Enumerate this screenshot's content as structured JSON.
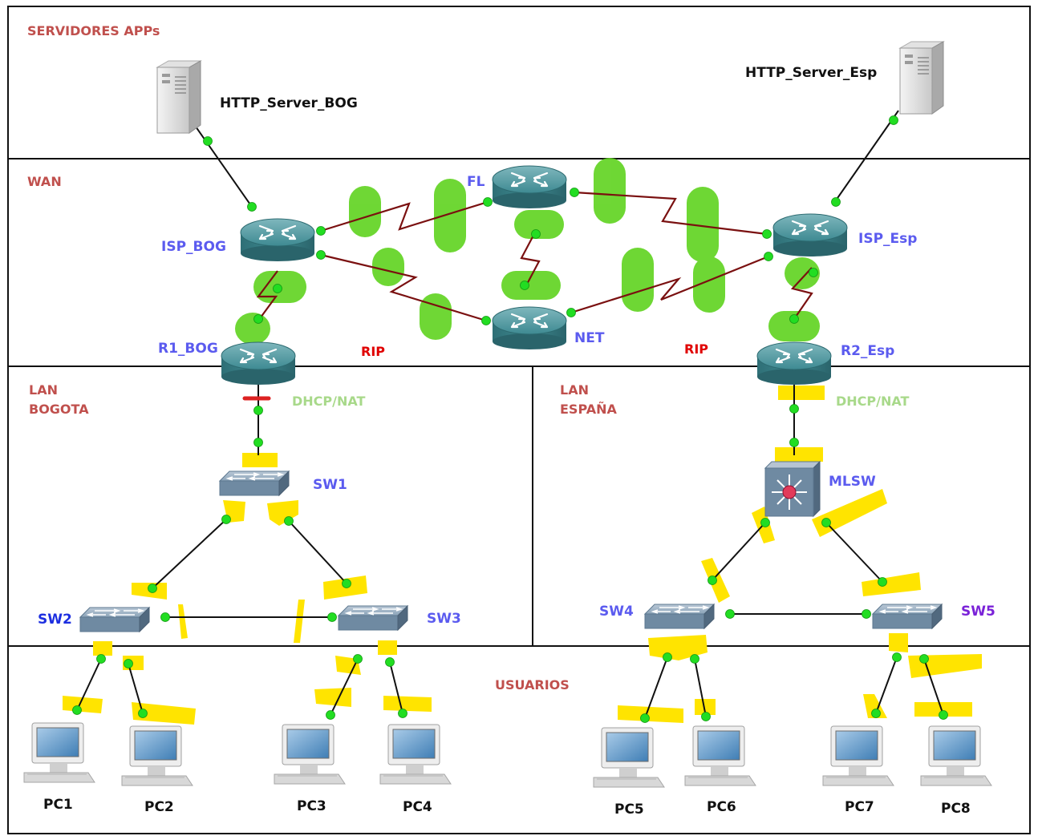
{
  "zones": {
    "apps": "SERVIDORES APPs",
    "wan": "WAN",
    "lan_bog_1": "LAN",
    "lan_bog_2": "BOGOTA",
    "lan_esp_1": "LAN",
    "lan_esp_2": "ESPAÑA",
    "users": "USUARIOS"
  },
  "protocols": {
    "rip_left": "RIP",
    "rip_right": "RIP",
    "dhcp_left": "DHCP/NAT",
    "dhcp_right": "DHCP/NAT"
  },
  "servers": {
    "bog": "HTTP_Server_BOG",
    "esp": "HTTP_Server_Esp"
  },
  "routers": {
    "isp_bog": "ISP_BOG",
    "fl": "FL",
    "net": "NET",
    "isp_esp": "ISP_Esp",
    "r1_bog": "R1_BOG",
    "r2_esp": "R2_Esp"
  },
  "switches": {
    "sw1": "SW1",
    "sw2": "SW2",
    "sw3": "SW3",
    "sw4": "SW4",
    "sw5": "SW5",
    "mlsw": "MLSW"
  },
  "pcs": {
    "pc1": "PC1",
    "pc2": "PC2",
    "pc3": "PC3",
    "pc4": "PC4",
    "pc5": "PC5",
    "pc6": "PC6",
    "pc7": "PC7",
    "pc8": "PC8"
  },
  "colors": {
    "zone_label": "#c0504d",
    "device_label": "#5b5bef",
    "protocol_red": "#e00000",
    "protocol_green": "#a8d98a",
    "serial_link": "#7a1010",
    "port_dot": "#22dd22",
    "wan_highlight": "#5fd31f",
    "lan_highlight": "#ffe400"
  }
}
